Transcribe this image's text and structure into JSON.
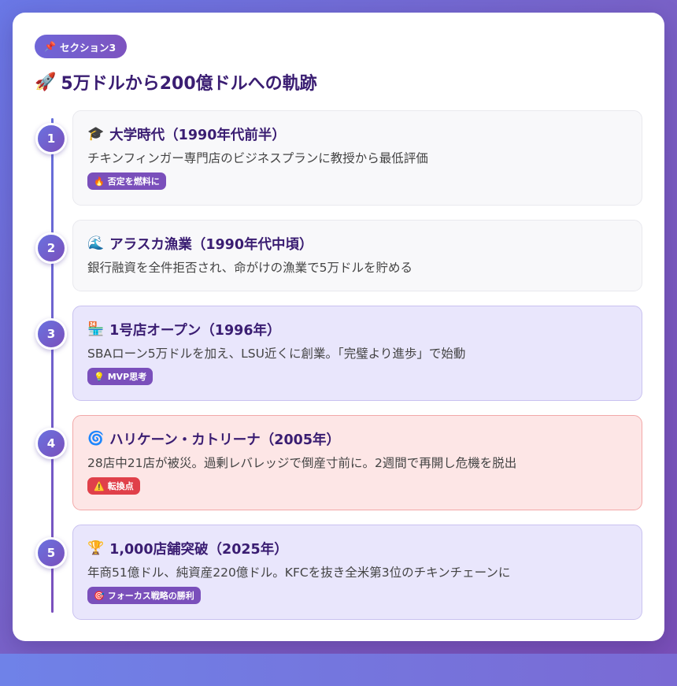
{
  "section_badge": {
    "icon": "📌",
    "label": "セクション3"
  },
  "title": {
    "icon": "🚀",
    "text": "5万ドルから200億ドルへの軌跡"
  },
  "colors": {
    "accent": "#7a4fbb",
    "title": "#3a1d72",
    "warning": "#e0404a"
  },
  "timeline": [
    {
      "number": "1",
      "icon": "🎓",
      "icon_name": "graduation-cap-icon",
      "title": "大学時代（1990年代前半）",
      "description": "チキンフィンガー専門店のビジネスプランに教授から最低評価",
      "tag": {
        "icon": "🔥",
        "label": "否定を燃料に"
      }
    },
    {
      "number": "2",
      "icon": "🌊",
      "icon_name": "wave-icon",
      "title": "アラスカ漁業（1990年代中頃）",
      "description": "銀行融資を全件拒否され、命がけの漁業で5万ドルを貯める"
    },
    {
      "number": "3",
      "icon": "🏪",
      "icon_name": "store-icon",
      "title": "1号店オープン（1996年）",
      "description": "SBAローン5万ドルを加え、LSU近くに創業。「完璧より進歩」で始動",
      "tag": {
        "icon": "💡",
        "label": "MVP思考"
      }
    },
    {
      "number": "4",
      "icon": "🌀",
      "icon_name": "cyclone-icon",
      "title": "ハリケーン・カトリーナ（2005年）",
      "description": "28店中21店が被災。過剰レバレッジで倒産寸前に。2週間で再開し危機を脱出",
      "tag": {
        "icon": "⚠️",
        "label": "転換点"
      }
    },
    {
      "number": "5",
      "icon": "🏆",
      "icon_name": "trophy-icon",
      "title": "1,000店舗突破（2025年）",
      "description": "年商51億ドル、純資産220億ドル。KFCを抜き全米第3位のチキンチェーンに",
      "tag": {
        "icon": "🎯",
        "label": "フォーカス戦略の勝利"
      }
    }
  ]
}
